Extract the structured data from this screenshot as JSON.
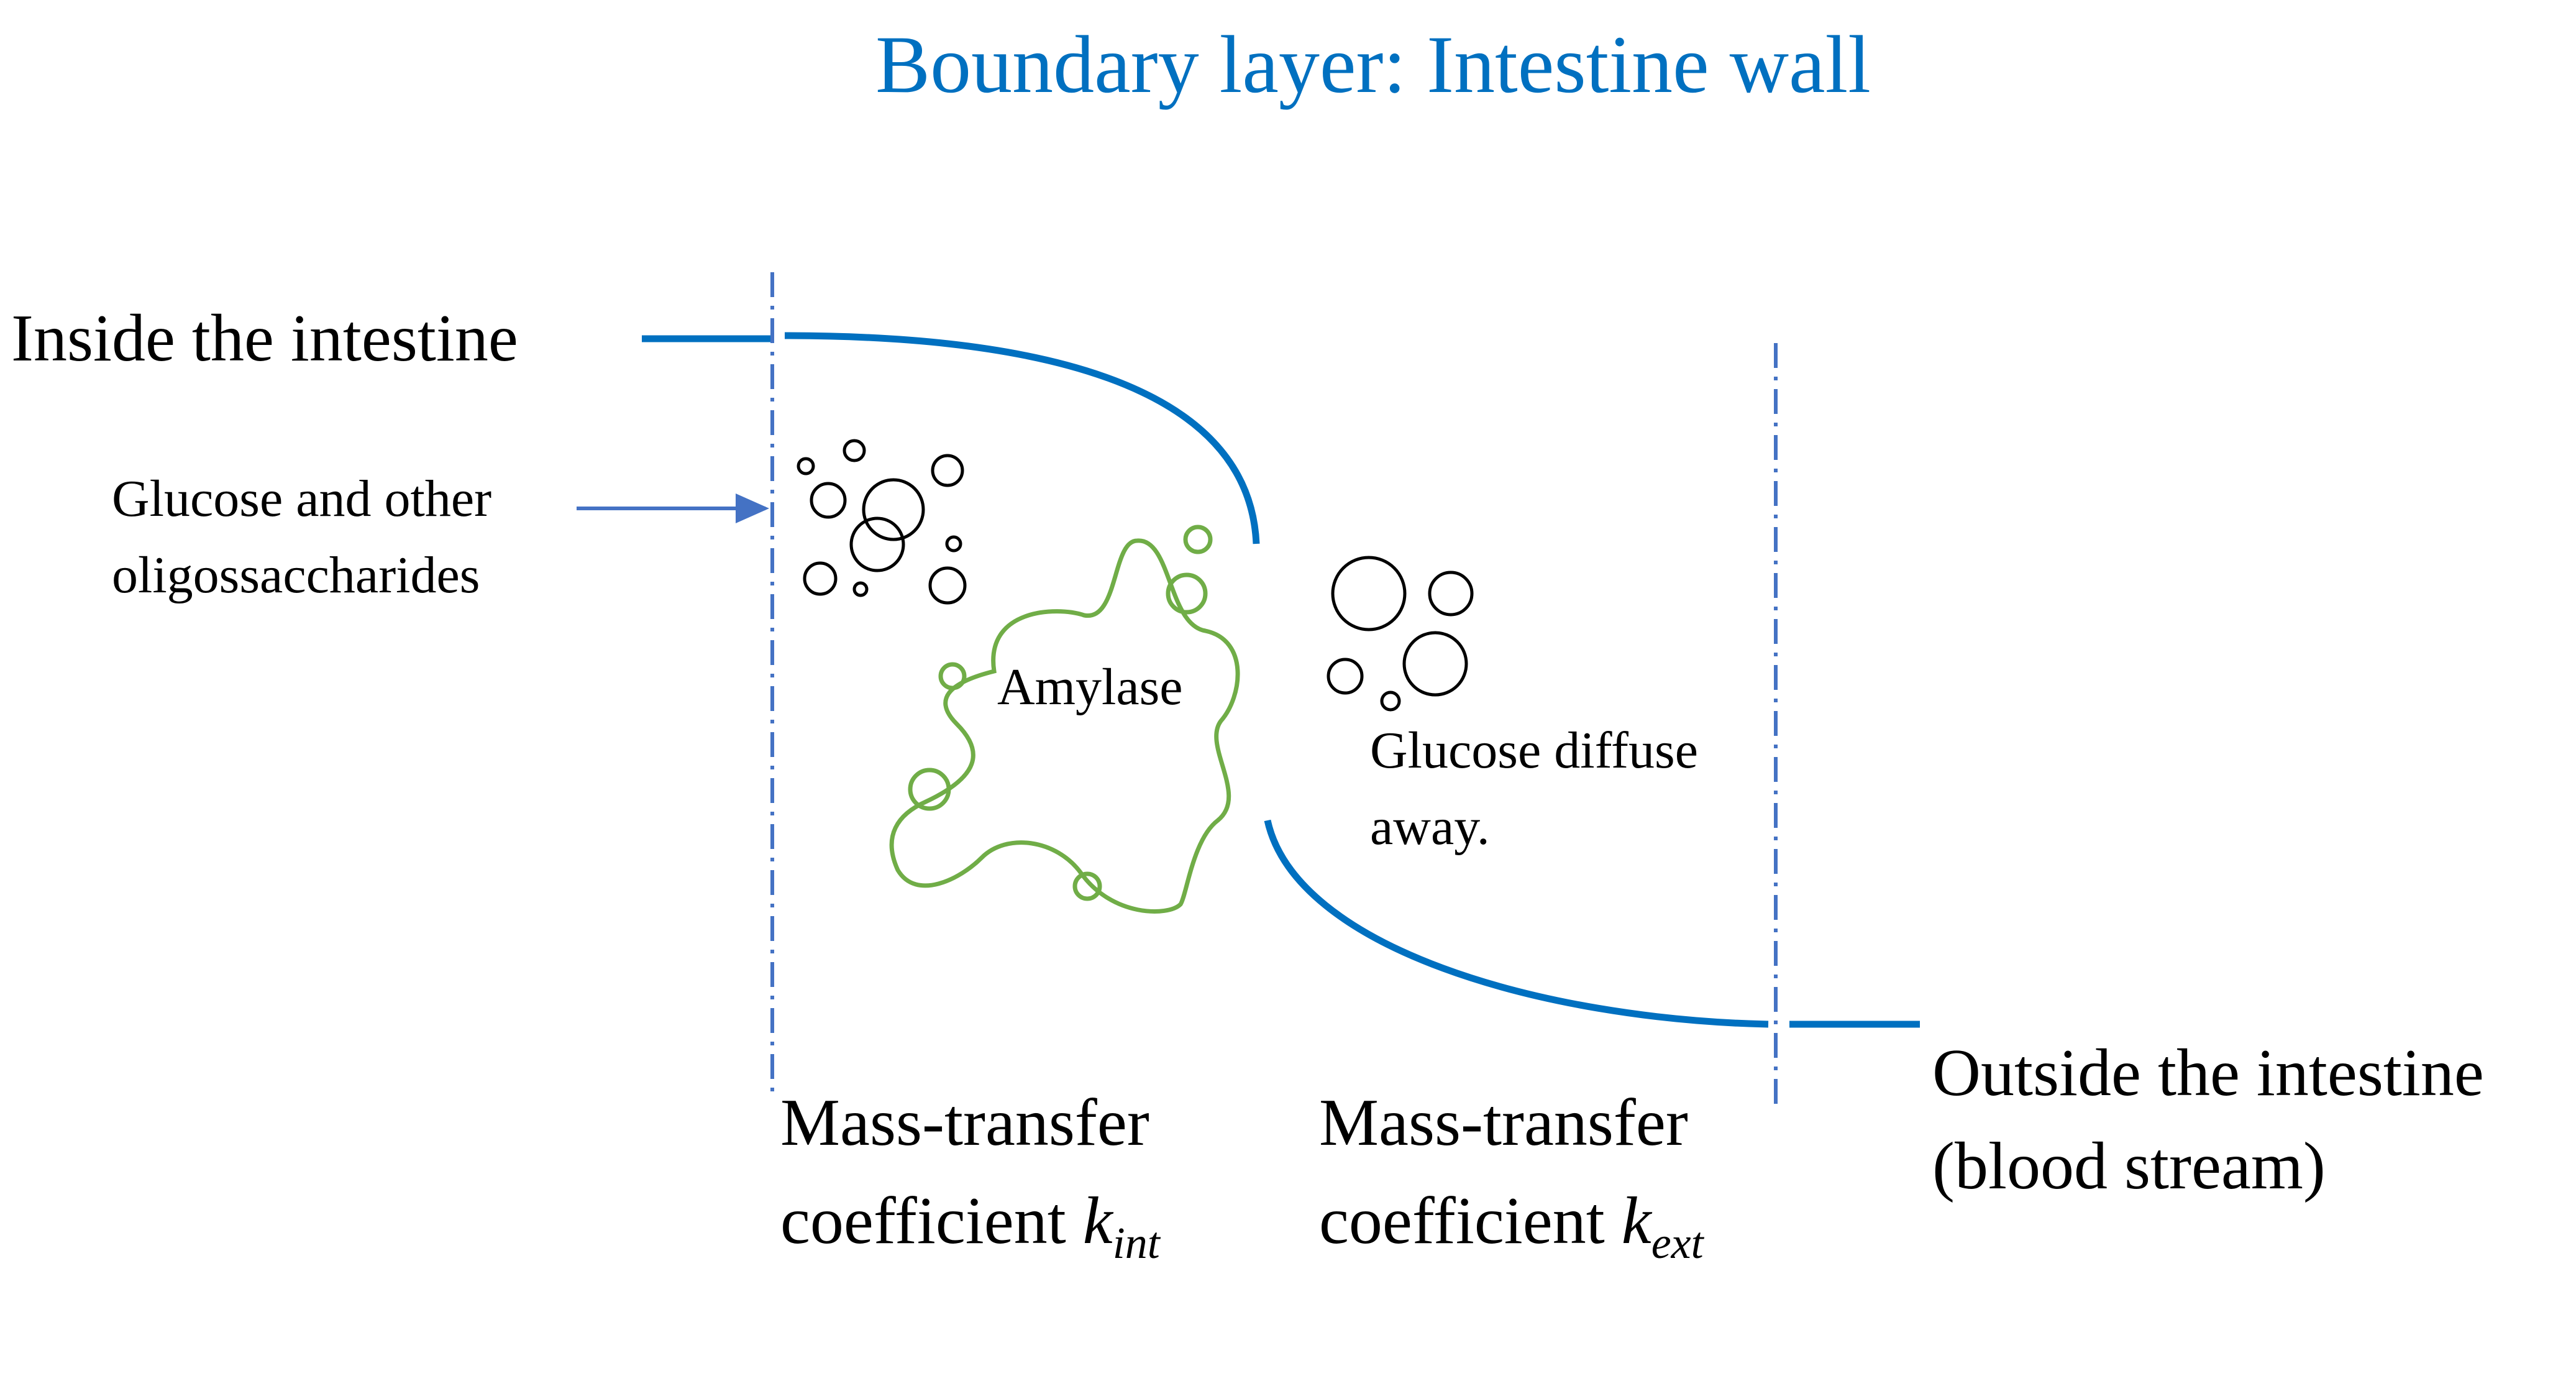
{
  "title": "Boundary layer: Intestine wall",
  "colors": {
    "title": "#0070C0",
    "profile": "#0070C0",
    "wall": "#C00000",
    "amylase": "#70AD47",
    "arrow": "#4472C4",
    "text": "#000000"
  },
  "labels": {
    "inside": "Inside the intestine",
    "outside_line1": "Outside the intestine",
    "outside_line2": "(blood stream)",
    "glucose_line1": "Glucose and other",
    "glucose_line2": "oligossaccharides",
    "amylase": "Amylase",
    "diffuse_line1": "Glucose diffuse",
    "diffuse_line2": "away.",
    "mt_left_line1": "Mass-transfer",
    "mt_left_line2": "coefficient ",
    "mt_left_k": "k",
    "mt_left_sub": "int",
    "mt_right_line1": "Mass-transfer",
    "mt_right_line2": "coefficient ",
    "mt_right_k": "k",
    "mt_right_sub": "ext"
  }
}
